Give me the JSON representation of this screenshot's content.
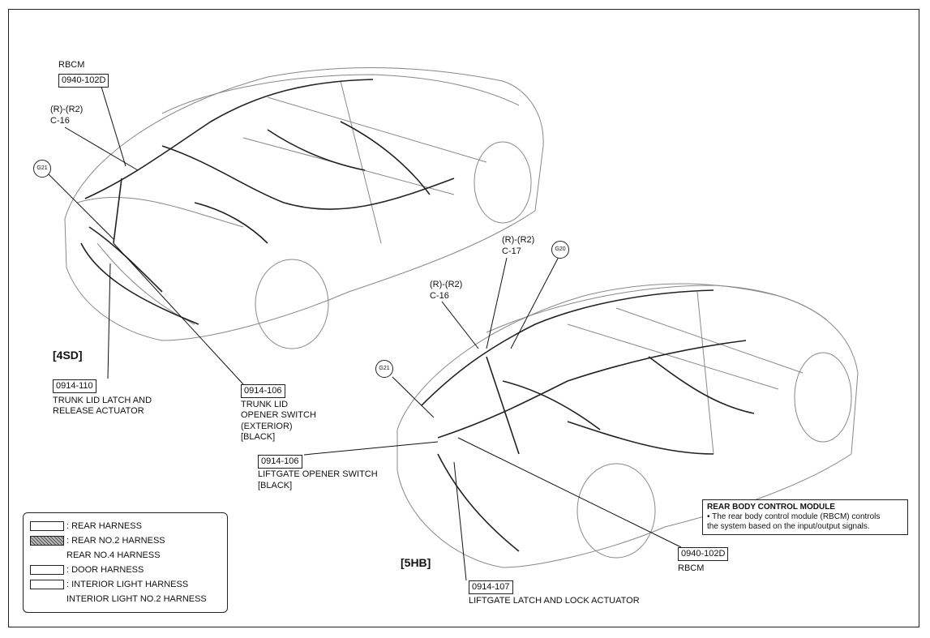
{
  "variants": {
    "sedan": "[4SD]",
    "hatch": "[5HB]"
  },
  "sedan_labels": {
    "rbcm_name": "RBCM",
    "rbcm_code": "0940-102D",
    "r_r2": "(R)-(R2)",
    "c16": "C-16",
    "g21": "G21",
    "trunk_latch_code": "0914-110",
    "trunk_latch_desc_1": "TRUNK LID LATCH AND",
    "trunk_latch_desc_2": "RELEASE ACTUATOR",
    "trunk_opener_code": "0914-106",
    "trunk_opener_desc_1": "TRUNK LID",
    "trunk_opener_desc_2": "OPENER SWITCH",
    "trunk_opener_desc_3": "(EXTERIOR)",
    "trunk_opener_desc_4": "[BLACK]"
  },
  "hatch_labels": {
    "r_r2_c17": "(R)-(R2)",
    "c17": "C-17",
    "g20": "G20",
    "r_r2_c16": "(R)-(R2)",
    "c16": "C-16",
    "g21": "G21",
    "liftgate_opener_code": "0914-106",
    "liftgate_opener_desc_1": "LIFTGATE OPENER SWITCH",
    "liftgate_opener_desc_2": "[BLACK]",
    "rbcm_code": "0940-102D",
    "rbcm_name": "RBCM",
    "liftgate_latch_code": "0914-107",
    "liftgate_latch_desc": "LIFTGATE LATCH AND LOCK ACTUATOR"
  },
  "info_box": {
    "title": "REAR BODY CONTROL MODULE",
    "line1": "• The rear body control module (RBCM) controls",
    "line2": "the system based on the input/output signals."
  },
  "legend": {
    "items": [
      {
        "swatch": "outline",
        "label": ": REAR HARNESS"
      },
      {
        "swatch": "hatched",
        "label": ": REAR NO.2 HARNESS"
      },
      {
        "swatch": "none",
        "label": "REAR NO.4 HARNESS"
      },
      {
        "swatch": "outline",
        "label": ": DOOR HARNESS"
      },
      {
        "swatch": "outline",
        "label": ": INTERIOR LIGHT HARNESS"
      },
      {
        "swatch": "none",
        "label": "INTERIOR LIGHT NO.2 HARNESS"
      }
    ]
  }
}
